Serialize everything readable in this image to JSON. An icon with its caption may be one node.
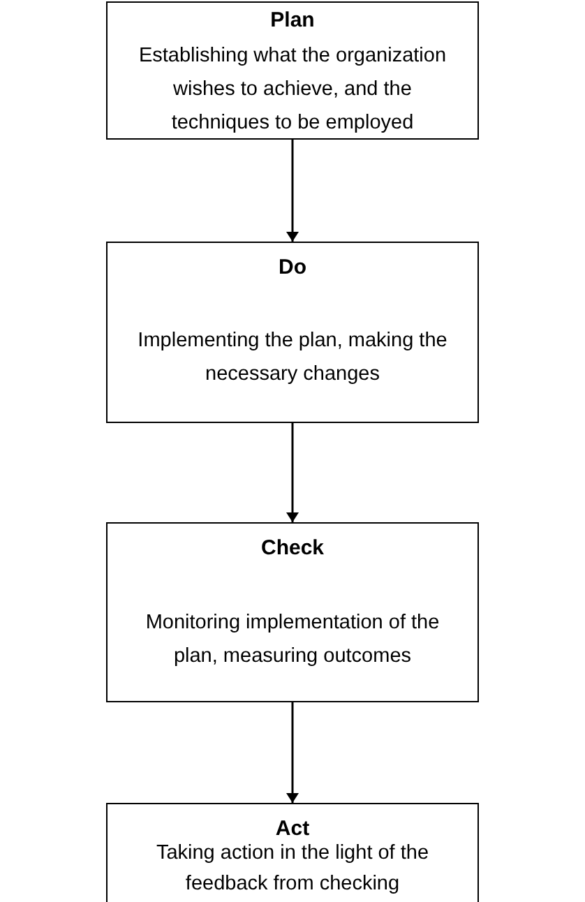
{
  "diagram": {
    "nodes": [
      {
        "text": [
          "Plan",
          "Establishing what the organization wishes to achieve, and the techniques to be employed"
        ]
      },
      {
        "text": [
          "Do",
          "Implementing the plan, making the necessary changes"
        ]
      },
      {
        "text": [
          "Check",
          "Monitoring implementation of the plan, measuring outcomes"
        ]
      },
      {
        "text": [
          "Act",
          "Taking action in the light of the feedback from checking"
        ]
      }
    ],
    "edges": [
      {
        "from": 0,
        "to": 1,
        "arrow": "to"
      },
      {
        "from": 1,
        "to": 2,
        "arrow": "to"
      },
      {
        "from": 2,
        "to": 3,
        "arrow": "to"
      }
    ]
  }
}
